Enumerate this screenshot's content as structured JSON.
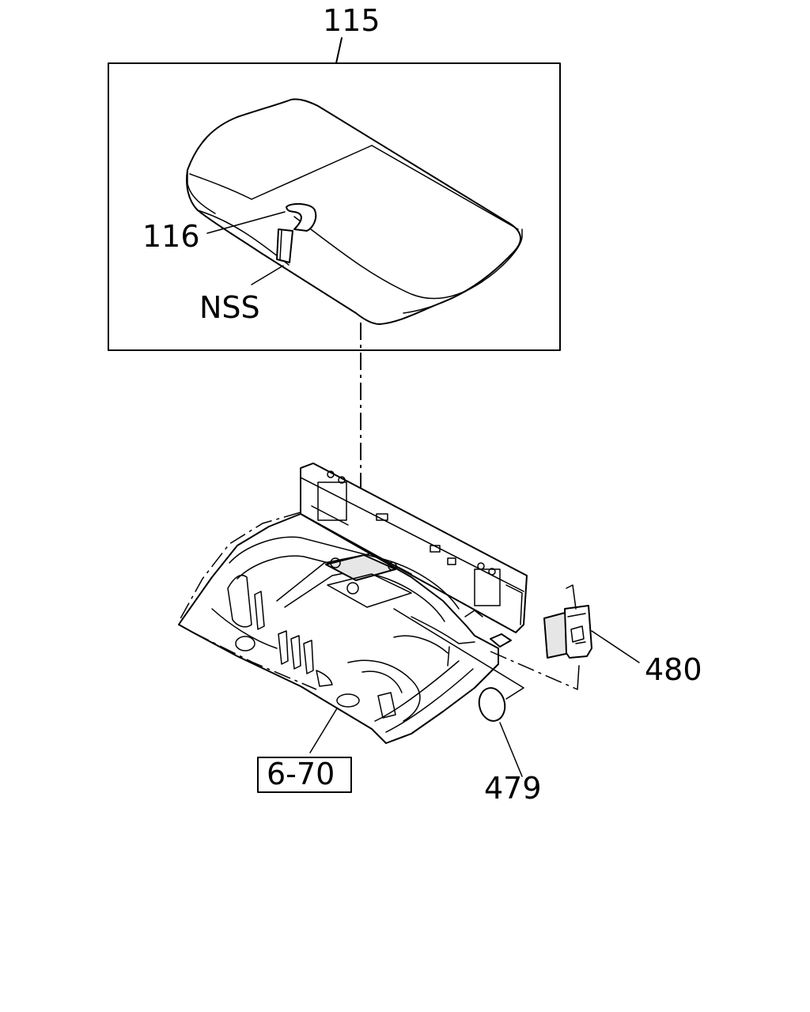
{
  "callouts": {
    "seat_assembly": "115",
    "seat_part": "116",
    "not_serviced": "NSS",
    "floor_ref": "6-70",
    "plug": "479",
    "clip": "480"
  }
}
